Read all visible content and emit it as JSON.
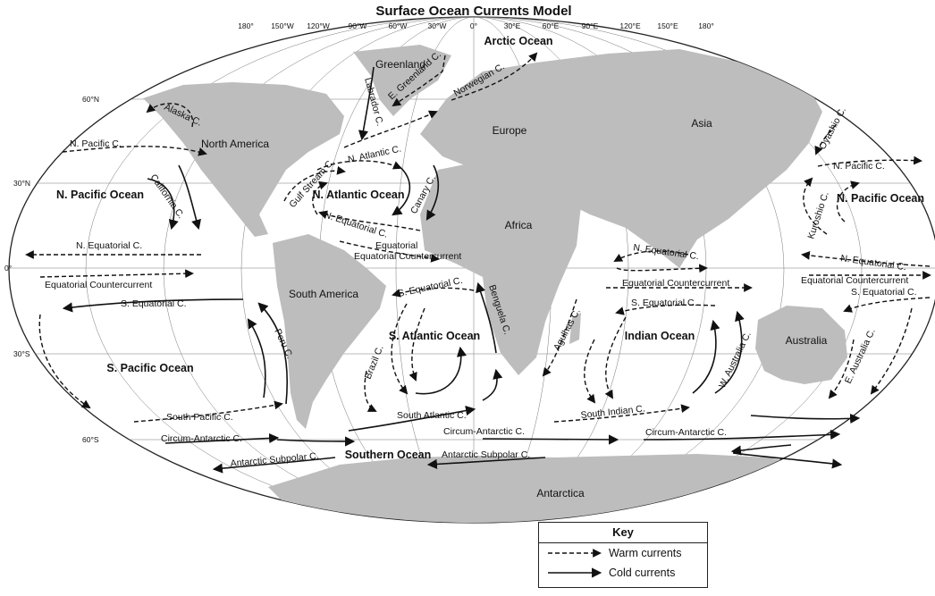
{
  "title": "Surface Ocean Currents Model",
  "longitude_labels": [
    "180°",
    "150°W",
    "120°W",
    "90°W",
    "60°W",
    "30°W",
    "0°",
    "30°E",
    "60°E",
    "90°E",
    "120°E",
    "150°E",
    "180°"
  ],
  "latitude_labels": [
    "60°N",
    "30°N",
    "0°",
    "30°S",
    "60°S"
  ],
  "oceans": {
    "arctic": "Arctic Ocean",
    "n_pacific_west": "N. Pacific Ocean",
    "n_pacific_east": "N. Pacific Ocean",
    "n_atlantic": "N. Atlantic Ocean",
    "s_pacific": "S. Pacific Ocean",
    "s_atlantic": "S. Atlantic Ocean",
    "indian": "Indian Ocean",
    "southern": "Southern Ocean"
  },
  "landmasses": {
    "north_america": "North America",
    "south_america": "South America",
    "europe": "Europe",
    "asia": "Asia",
    "africa": "Africa",
    "australia": "Australia",
    "antarctica": "Antarctica",
    "greenland": "Greenland"
  },
  "currents": {
    "alaska": "Alaska C.",
    "n_pacific_west": "N. Pacific C.",
    "california": "California C.",
    "n_equatorial_pacific": "N. Equatorial C.",
    "equatorial_countercurrent_pacific": "Equatorial Countercurrent",
    "s_equatorial_pacific": "S. Equatorial C.",
    "peru": "Peru C.",
    "south_pacific": "South Pacific C.",
    "circum_antarctic_1": "Circum-Antarctic C.",
    "antarctic_subpolar_1": "Antarctic Subpolar C.",
    "labrador": "Labrador C.",
    "e_greenland": "E. Greenland C.",
    "norwegian": "Norwegian C.",
    "gulf_stream": "Gulf Stream C.",
    "n_atlantic": "N. Atlantic C.",
    "canary": "Canary C.",
    "n_equatorial_atlantic": "N. Equatorial C.",
    "equatorial_countercurrent_atlantic": "Equatorial Countercurrent",
    "s_equatorial_atlantic": "S. Equatorial C.",
    "benguela": "Benguela C.",
    "brazil": "Brazil C.",
    "south_atlantic": "South Atlantic C.",
    "circum_antarctic_2": "Circum-Antarctic C.",
    "antarctic_subpolar_2": "Antarctic Subpolar C.",
    "agulhas": "Agulhas C.",
    "n_equatorial_indian": "N. Equatorial C.",
    "equatorial_countercurrent_indian": "Equatorial Countercurrent",
    "s_equatorial_indian": "S. Equatorial C.",
    "w_australia": "W. Australia C.",
    "south_indian": "South Indian C.",
    "circum_antarctic_3": "Circum-Antarctic C.",
    "oyashio": "Oyashio C.",
    "n_pacific_east": "N. Pacific C.",
    "kuroshio": "Kuroshio C.",
    "n_equatorial_east": "N. Equatorial C.",
    "equatorial_countercurrent_east": "Equatorial Countercurrent",
    "s_equatorial_east": "S. Equatorial C.",
    "e_australia": "E. Australia C."
  },
  "key": {
    "title": "Key",
    "warm": "Warm currents",
    "cold": "Cold currents"
  }
}
